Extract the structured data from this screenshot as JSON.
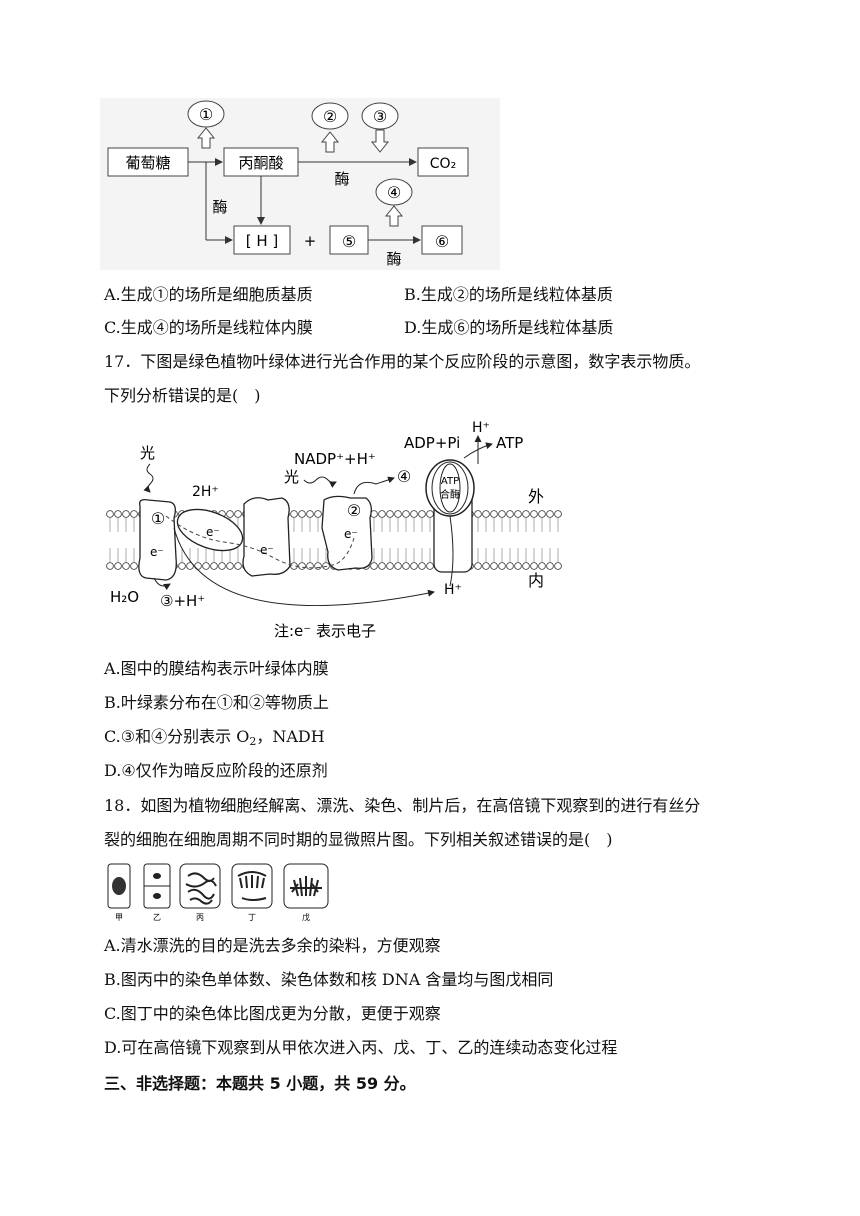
{
  "q16": {
    "diagram": {
      "box_glucose": "葡萄糖",
      "box_pyruvate": "丙酮酸",
      "box_co2": "CO₂",
      "box_h": "[ H ]",
      "plus": "+",
      "circle_1": "①",
      "circle_2": "②",
      "circle_3": "③",
      "circle_4": "④",
      "circle_5": "⑤",
      "circle_6": "⑥",
      "enzyme_1": "酶",
      "enzyme_2": "酶",
      "enzyme_3": "酶"
    },
    "option_a": "A.生成①的场所是细胞质基质",
    "option_b": "B.生成②的场所是线粒体基质",
    "option_c": "C.生成④的场所是线粒体内膜",
    "option_d": "D.生成⑥的场所是线粒体基质"
  },
  "q17": {
    "stem_line1": "17．下图是绿色植物叶绿体进行光合作用的某个反应阶段的示意图，数字表示物质。",
    "stem_line2": "下列分析错误的是(　)",
    "diagram": {
      "light_1": "光",
      "light_2": "光",
      "two_h": "2H⁺",
      "nadp": "NADP⁺+H⁺",
      "circle_4": "④",
      "adp": "ADP+Pi",
      "h_top": "H⁺",
      "atp": "ATP",
      "atp_synthase_1": "ATP",
      "atp_synthase_2": "合酶",
      "outside": "外",
      "inside": "内",
      "circle_1": "①",
      "circle_2": "②",
      "e1": "e⁻",
      "e2": "e⁻",
      "e3": "e⁻",
      "e4": "e⁻",
      "h2o": "H₂O",
      "circle_3_h": "③+H⁺",
      "h_bottom": "H⁺",
      "note": "注:e⁻ 表示电子"
    },
    "option_a": "A.图中的膜结构表示叶绿体内膜",
    "option_b": "B.叶绿素分布在①和②等物质上",
    "option_c_prefix": "C.③和④分别表示 O",
    "option_c_sub": "2",
    "option_c_suffix": "，NADH",
    "option_d": "D.④仅作为暗反应阶段的还原剂"
  },
  "q18": {
    "stem_line1": "18．如图为植物细胞经解离、漂洗、染色、制片后，在高倍镜下观察到的进行有丝分",
    "stem_line2": "裂的细胞在细胞周期不同时期的显微照片图。下列相关叙述错误的是(　)",
    "cell_labels": [
      "甲",
      "乙",
      "丙",
      "丁",
      "戊"
    ],
    "option_a": "A.清水漂洗的目的是洗去多余的染料，方便观察",
    "option_b": "B.图丙中的染色单体数、染色体数和核 DNA 含量均与图戊相同",
    "option_c": "C.图丁中的染色体比图戊更为分散，更便于观察",
    "option_d": "D.可在高倍镜下观察到从甲依次进入丙、戊、丁、乙的连续动态变化过程"
  },
  "section3": {
    "heading": "三、非选择题：本题共 5 小题，共 59 分。"
  }
}
